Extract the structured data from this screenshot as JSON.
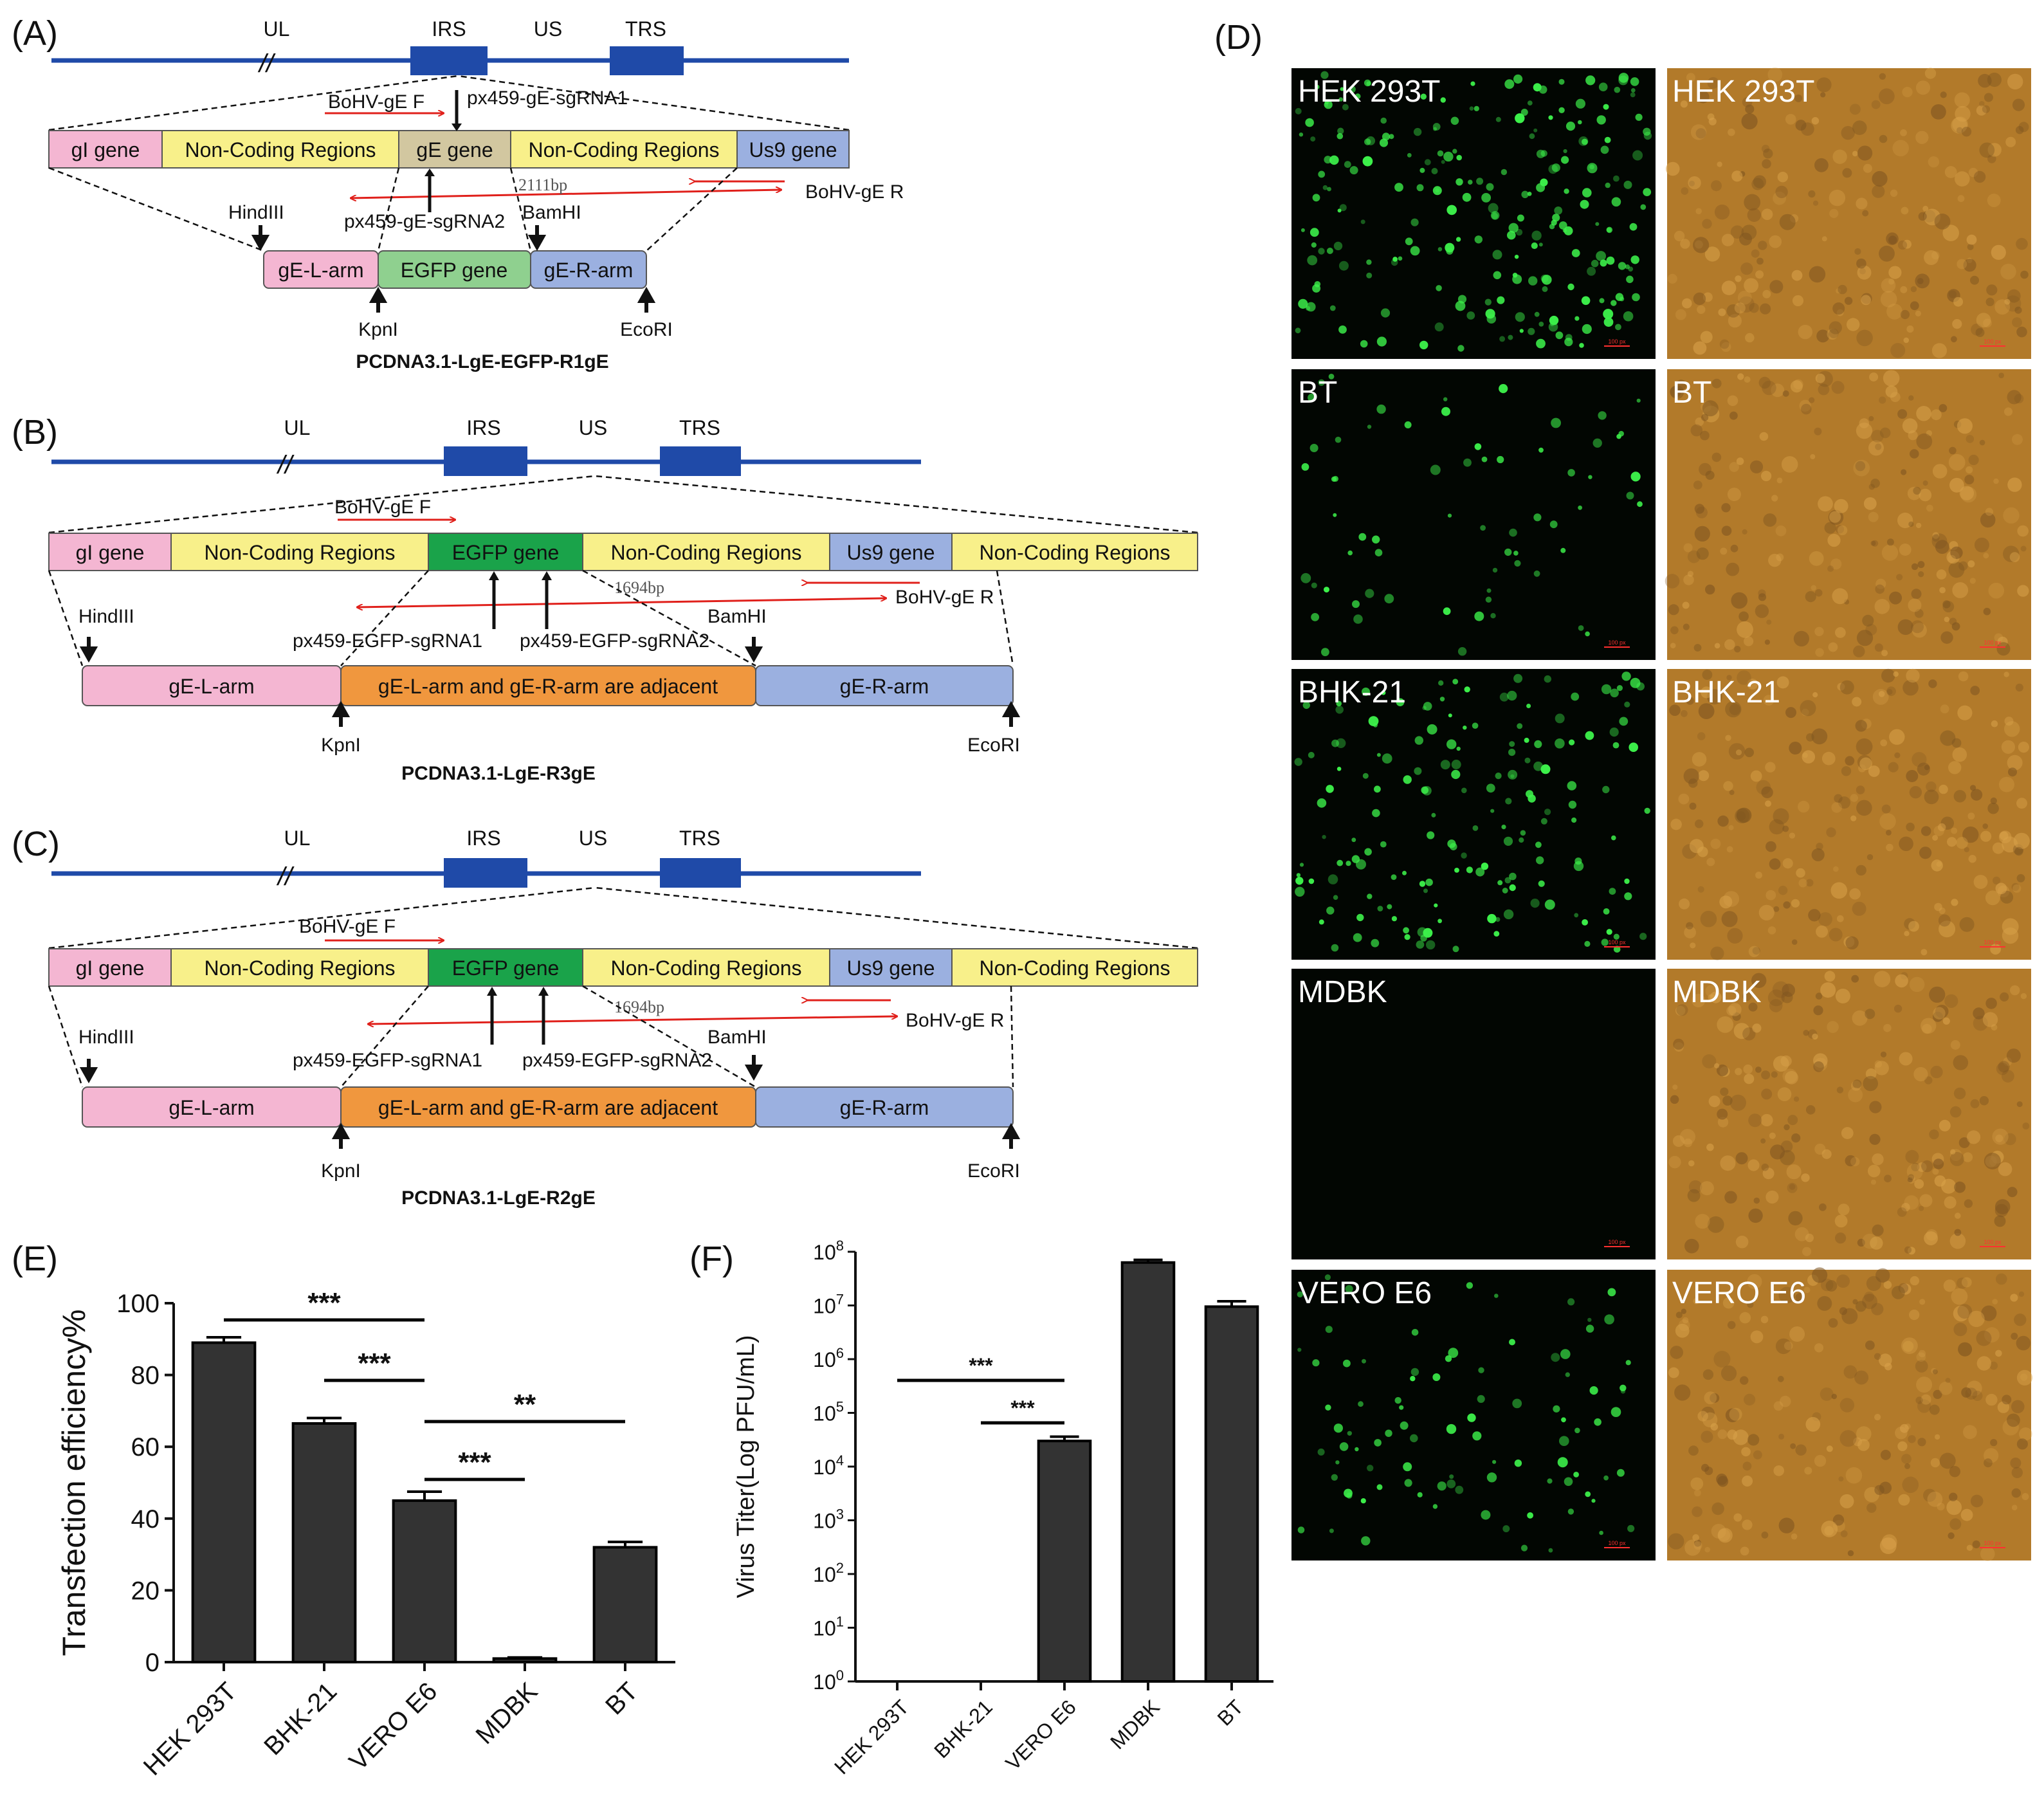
{
  "panels": {
    "A": {
      "letter": "(A)",
      "genome": [
        "UL",
        "IRS",
        "US",
        "TRS"
      ],
      "break_mark": "//",
      "genes": [
        "gI gene",
        "Non-Coding Regions",
        "gE gene",
        "Non-Coding Regions",
        "Us9 gene"
      ],
      "primer_f": "BoHV-gE F",
      "primer_r": "BoHV-gE R",
      "sgrna1": "px459-gE-sgRNA1",
      "sgrna2": "px459-gE-sgRNA2",
      "length": "2111bp",
      "sites": [
        "HindIII",
        "BamHI",
        "KpnI",
        "EcoRI"
      ],
      "donor": [
        "gE-L-arm",
        "EGFP gene",
        "gE-R-arm"
      ],
      "plasmid": "PCDNA3.1-LgE-EGFP-R1gE"
    },
    "B": {
      "letter": "(B)",
      "genome": [
        "UL",
        "IRS",
        "US",
        "TRS"
      ],
      "break_mark": "//",
      "genes": [
        "gI gene",
        "Non-Coding Regions",
        "EGFP gene",
        "Non-Coding Regions",
        "Us9 gene",
        "Non-Coding Regions"
      ],
      "primer_f": "BoHV-gE F",
      "primer_r": "BoHV-gE R",
      "sgrna1": "px459-EGFP-sgRNA1",
      "sgrna2": "px459-EGFP-sgRNA2",
      "length": "1694bp",
      "sites": [
        "HindIII",
        "BamHI",
        "KpnI",
        "EcoRI"
      ],
      "donor": [
        "gE-L-arm",
        "gE-L-arm and gE-R-arm are adjacent",
        "gE-R-arm"
      ],
      "plasmid": "PCDNA3.1-LgE-R3gE"
    },
    "C": {
      "letter": "(C)",
      "genome": [
        "UL",
        "IRS",
        "US",
        "TRS"
      ],
      "break_mark": "//",
      "genes": [
        "gI gene",
        "Non-Coding Regions",
        "EGFP gene",
        "Non-Coding Regions",
        "Us9 gene",
        "Non-Coding Regions"
      ],
      "primer_f": "BoHV-gE F",
      "primer_r": "BoHV-gE R",
      "sgrna1": "px459-EGFP-sgRNA1",
      "sgrna2": "px459-EGFP-sgRNA2",
      "length": "1694bp",
      "sites": [
        "HindIII",
        "BamHI",
        "KpnI",
        "EcoRI"
      ],
      "donor": [
        "gE-L-arm",
        "gE-L-arm and gE-R-arm are adjacent",
        "gE-R-arm"
      ],
      "plasmid": "PCDNA3.1-LgE-R2gE"
    },
    "D": {
      "letter": "(D)",
      "cells": [
        "HEK 293T",
        "BT",
        "BHK-21",
        "MDBK",
        "VERO E6"
      ],
      "fluorescence_level": [
        0.9,
        0.25,
        0.65,
        0.0,
        0.35
      ],
      "scale_bar": "100 px"
    },
    "E": {
      "letter": "(E)"
    },
    "F": {
      "letter": "(F)"
    }
  },
  "colors": {
    "genome_line": "#1f4aa8",
    "gI": "#f4b6d2",
    "noncoding": "#f8f08a",
    "gE": "#d2c7a0",
    "us9": "#9bb0e0",
    "egfp_light": "#8fd08f",
    "egfp_dark": "#1aa34a",
    "adjacent": "#f0973e",
    "primer": "#e0201b",
    "bar": "#333333",
    "fluor_bg": "#020602",
    "bright_bg": "#b27a2a"
  },
  "chart_data": [
    {
      "type": "bar",
      "panel": "E",
      "categories": [
        "HEK 293T",
        "BHK-21",
        "VERO E6",
        "MDBK",
        "BT"
      ],
      "values": [
        89,
        66.5,
        45,
        1,
        32
      ],
      "errors": [
        1.5,
        1.5,
        2.5,
        0.3,
        1.5
      ],
      "ylabel": "Transfection efficiency%",
      "ylim": [
        0,
        100
      ],
      "yticks": [
        0,
        20,
        40,
        60,
        80,
        100
      ],
      "significance": [
        {
          "from": "HEK 293T",
          "to": "VERO E6",
          "label": "***"
        },
        {
          "from": "BHK-21",
          "to": "VERO E6",
          "label": "***"
        },
        {
          "from": "VERO E6",
          "to": "BT",
          "label": "**"
        },
        {
          "from": "VERO E6",
          "to": "MDBK",
          "label": "***"
        }
      ]
    },
    {
      "type": "bar",
      "panel": "F",
      "log_scale": true,
      "categories": [
        "HEK 293T",
        "BHK-21",
        "VERO E6",
        "MDBK",
        "BT"
      ],
      "values": [
        1,
        1,
        30000,
        63000000,
        9500000
      ],
      "errors_log10": [
        0,
        0,
        0.08,
        0.05,
        0.1
      ],
      "ylabel": "Virus Titer(Log PFU/mL)",
      "ylim": [
        1,
        100000000
      ],
      "ytick_exponents": [
        "0",
        "1",
        "2",
        "3",
        "4",
        "5",
        "6",
        "7",
        "8"
      ],
      "significance": [
        {
          "from": "HEK 293T",
          "to": "VERO E6",
          "label": "***"
        },
        {
          "from": "BHK-21",
          "to": "VERO E6",
          "label": "***"
        }
      ]
    }
  ]
}
